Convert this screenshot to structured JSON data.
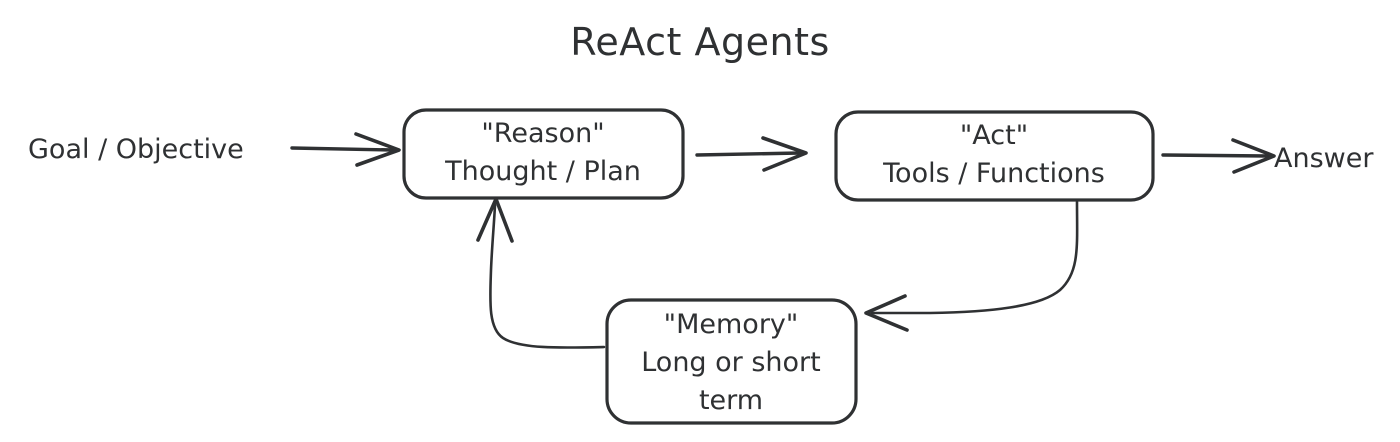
{
  "diagram": {
    "title": "ReAct Agents",
    "background_color": "#ffffff",
    "stroke_color": "#2f3133",
    "style": "hand-drawn whiteboard sketch",
    "nodes": [
      {
        "id": "reason",
        "lines": [
          "\"Reason\"",
          "Thought / Plan"
        ],
        "line1": "\"Reason\"",
        "line2": "Thought / Plan",
        "shape": "rounded-rectangle"
      },
      {
        "id": "act",
        "lines": [
          "\"Act\"",
          "Tools / Functions"
        ],
        "line1": "\"Act\"",
        "line2": "Tools / Functions",
        "shape": "rounded-rectangle"
      },
      {
        "id": "memory",
        "lines": [
          "\"Memory\"",
          "Long or short",
          "term"
        ],
        "line1": "\"Memory\"",
        "line2": "Long or short",
        "line3": "term",
        "shape": "rounded-rectangle"
      }
    ],
    "labels": {
      "input": "Goal / Objective",
      "output": "Answer"
    },
    "edges": [
      {
        "id": "input-to-reason",
        "from": "Goal / Objective",
        "to": "reason",
        "label": ""
      },
      {
        "id": "reason-to-act",
        "from": "reason",
        "to": "act",
        "label": ""
      },
      {
        "id": "act-to-answer",
        "from": "act",
        "to": "Answer",
        "label": ""
      },
      {
        "id": "act-to-memory",
        "from": "act",
        "to": "memory",
        "label": ""
      },
      {
        "id": "memory-to-reason",
        "from": "memory",
        "to": "reason",
        "label": ""
      }
    ]
  }
}
